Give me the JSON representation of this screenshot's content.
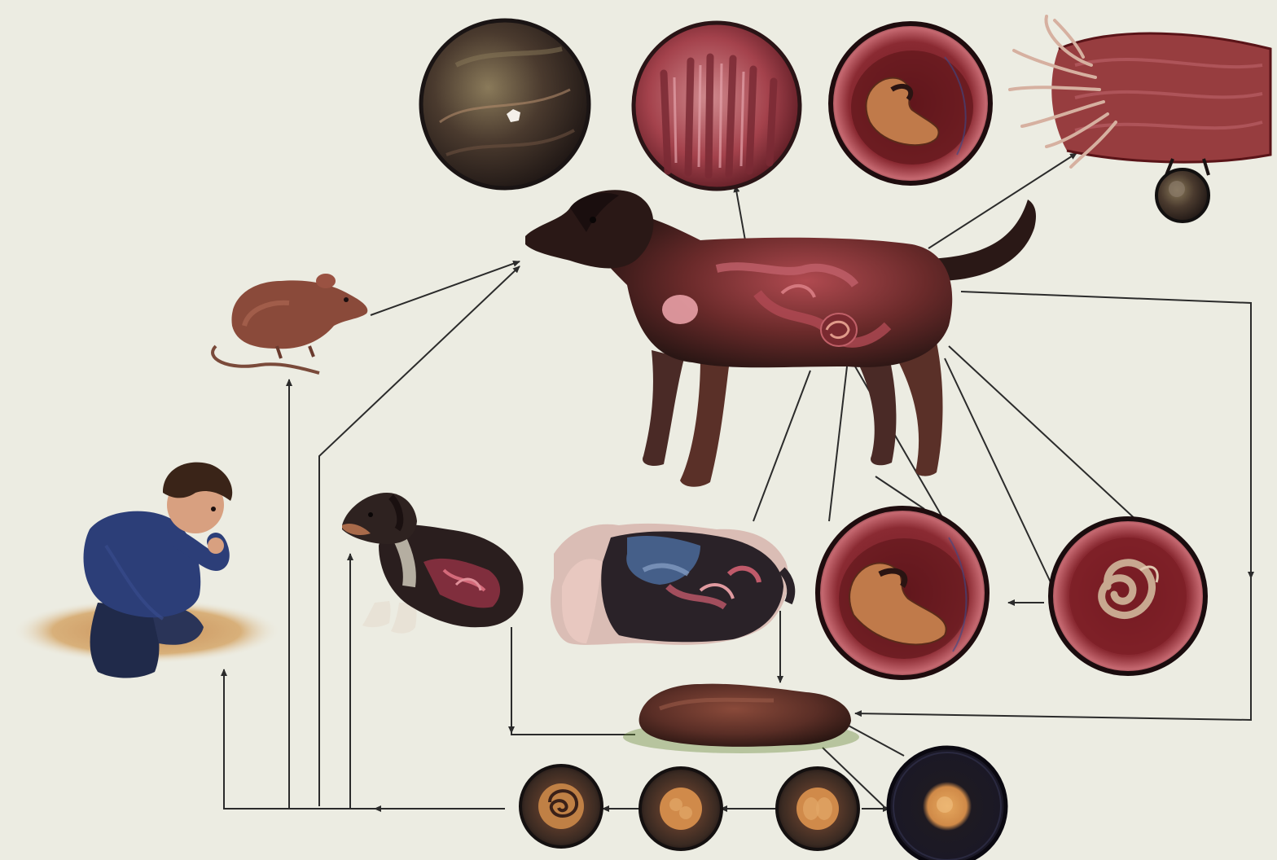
{
  "diagram": {
    "type": "parasite-life-cycle-illustration",
    "labels": [],
    "colors": {
      "background": "#ecece2",
      "arrow": "#2b2b2b",
      "tissue_red": "#8e2a2e",
      "tissue_pink": "#c8707a",
      "dark_frame": "#2a1a1c",
      "larva": "#c07a4a",
      "dog_fur": "#3a2422"
    },
    "nodes": [
      {
        "name": "adult-dog",
        "icon": "dog-with-visible-organs"
      },
      {
        "name": "mouse",
        "icon": "mouse-paratenic-host"
      },
      {
        "name": "puppy",
        "icon": "puppy-with-visible-intestine"
      },
      {
        "name": "pregnant-dog",
        "icon": "bitch-with-pups-in-utero"
      },
      {
        "name": "child",
        "icon": "child-hand-to-mouth"
      },
      {
        "name": "feces",
        "icon": "dog-feces"
      },
      {
        "name": "tissue-larva-magnified",
        "icon": "larva-in-tissue-disc"
      },
      {
        "name": "intestinal-villi-magnified",
        "icon": "villi-disc"
      },
      {
        "name": "encysted-larva-top-magnified",
        "icon": "curled-larva-disc"
      },
      {
        "name": "adult-worm-in-intestine",
        "icon": "worms-in-intestine"
      },
      {
        "name": "small-egg",
        "icon": "egg-small-disc"
      },
      {
        "name": "encysted-larva-mid-magnified",
        "icon": "curled-larva-disc"
      },
      {
        "name": "coiled-larva-magnified",
        "icon": "coiled-larva-disc"
      },
      {
        "name": "egg-unembryonated",
        "icon": "egg-disc-large"
      },
      {
        "name": "egg-dividing",
        "icon": "egg-disc"
      },
      {
        "name": "egg-morula",
        "icon": "egg-disc"
      },
      {
        "name": "egg-larvated",
        "icon": "egg-with-coiled-larva"
      }
    ]
  }
}
